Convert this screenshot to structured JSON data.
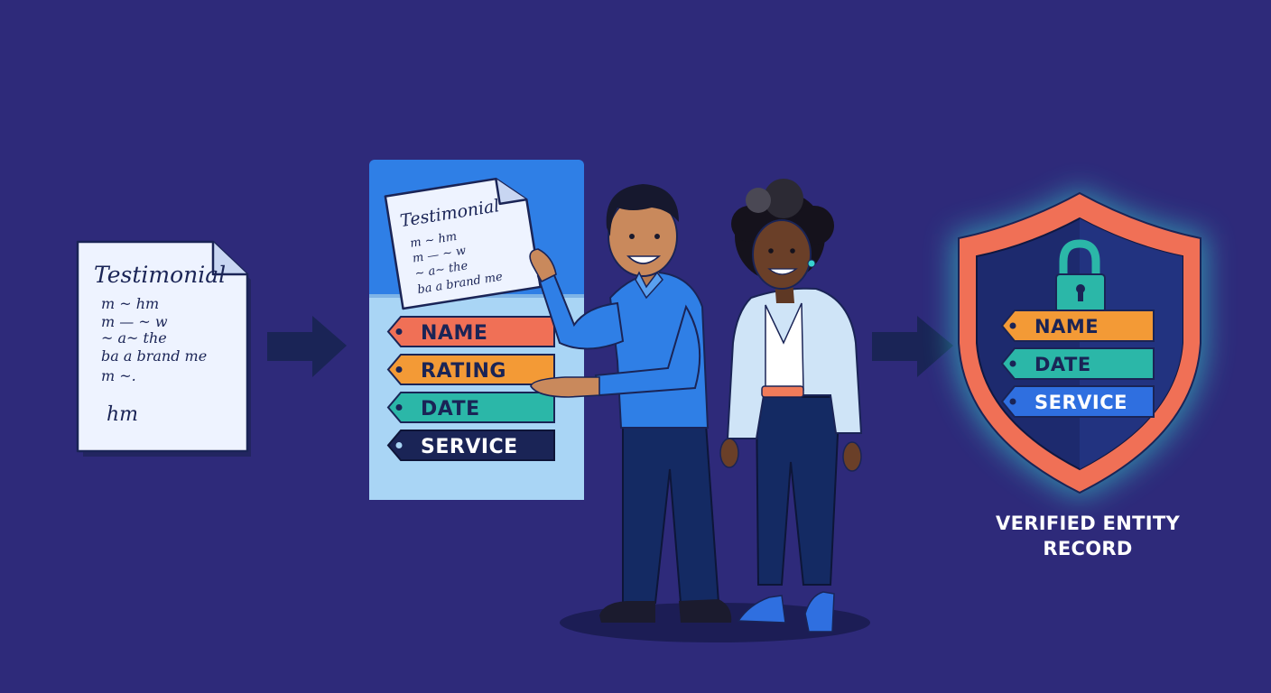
{
  "input_document": {
    "title": "Testimonial",
    "lines": [
      "m ~ hm",
      "m — ~ w",
      "~ a~ the",
      "ba a brand me",
      "m ~."
    ],
    "signature": "hm"
  },
  "tagging_panel": {
    "document_title": "Testimonial",
    "document_lines": [
      "m ~ hm",
      "m — ~ w",
      "~ a~ the",
      "ba a brand me"
    ],
    "tags": [
      "NAME",
      "RATING",
      "DATE",
      "SERVICE"
    ]
  },
  "verified_record": {
    "tags": [
      "NAME",
      "DATE",
      "SERVICE"
    ],
    "caption_line1": "VERIFIED ENTITY",
    "caption_line2": "RECORD"
  },
  "colors": {
    "background": "#2e2a7a",
    "panel": "#a9d5f5",
    "panel_frame": "#2f7fe6",
    "tag_name": "#f07056",
    "tag_rating": "#f39a36",
    "tag_date": "#2bb7a8",
    "tag_service": "#1a2456",
    "shield_border": "#f07056",
    "shield_glow": "#34e3d6",
    "arrow": "#1a2456"
  },
  "icons": [
    "document-icon",
    "arrow-right-icon",
    "padlock-icon",
    "shield-icon",
    "tag-icon"
  ]
}
